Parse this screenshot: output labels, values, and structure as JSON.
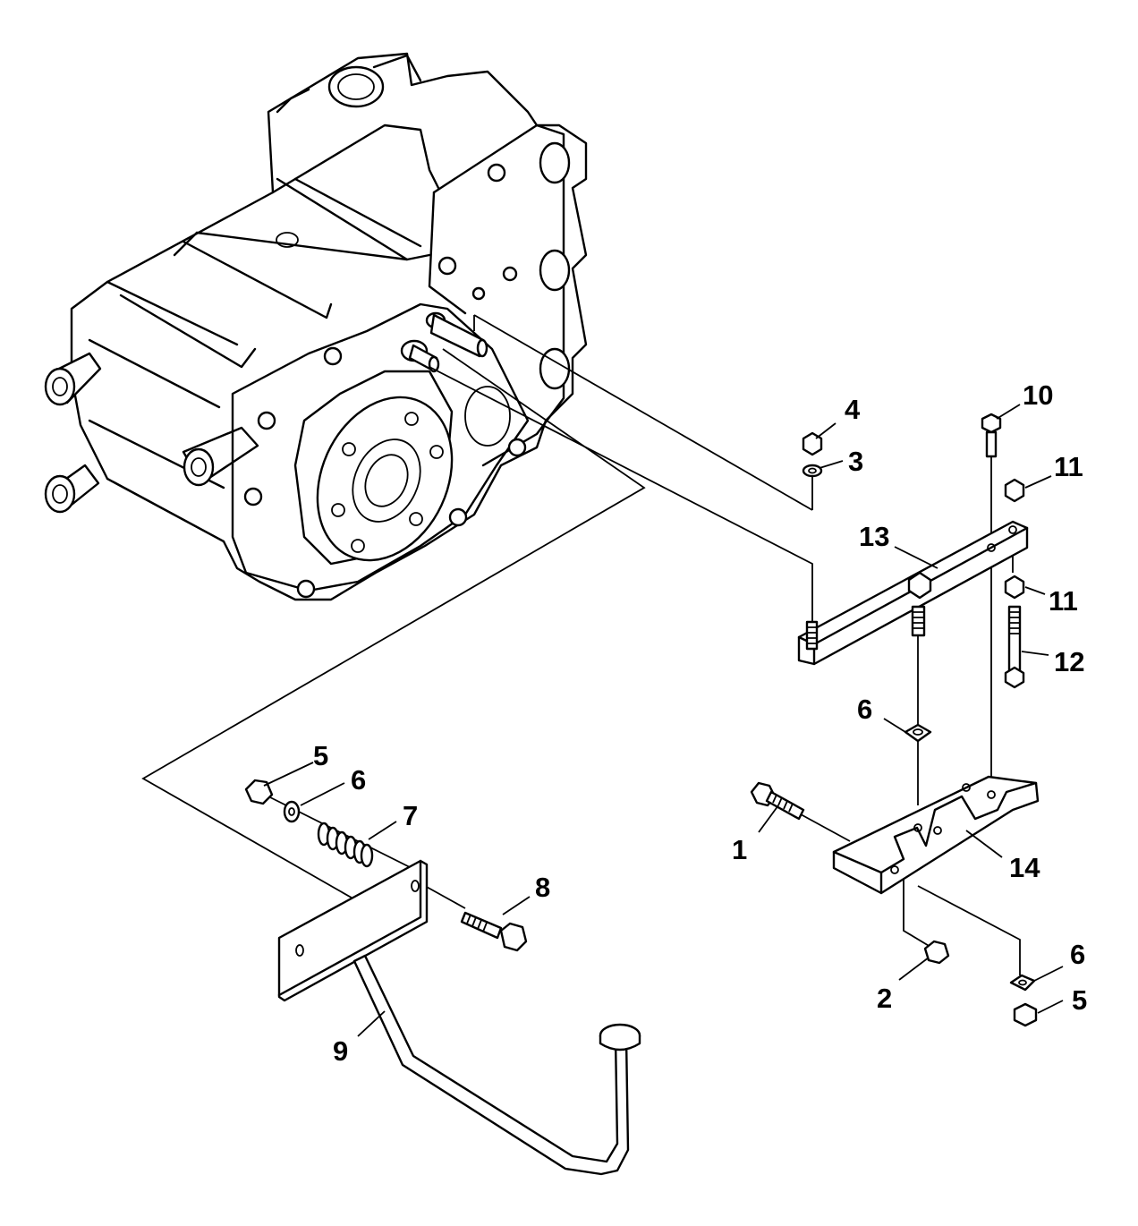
{
  "callouts": [
    {
      "id": "c1",
      "text": "1"
    },
    {
      "id": "c2",
      "text": "2"
    },
    {
      "id": "c3",
      "text": "3"
    },
    {
      "id": "c4",
      "text": "4"
    },
    {
      "id": "c5a",
      "text": "5"
    },
    {
      "id": "c5b",
      "text": "5"
    },
    {
      "id": "c6a",
      "text": "6"
    },
    {
      "id": "c6b",
      "text": "6"
    },
    {
      "id": "c6c",
      "text": "6"
    },
    {
      "id": "c7",
      "text": "7"
    },
    {
      "id": "c8",
      "text": "8"
    },
    {
      "id": "c9",
      "text": "9"
    },
    {
      "id": "c10",
      "text": "10"
    },
    {
      "id": "c11a",
      "text": "11"
    },
    {
      "id": "c11b",
      "text": "11"
    },
    {
      "id": "c12",
      "text": "12"
    },
    {
      "id": "c13",
      "text": "13"
    },
    {
      "id": "c14",
      "text": "14"
    }
  ]
}
